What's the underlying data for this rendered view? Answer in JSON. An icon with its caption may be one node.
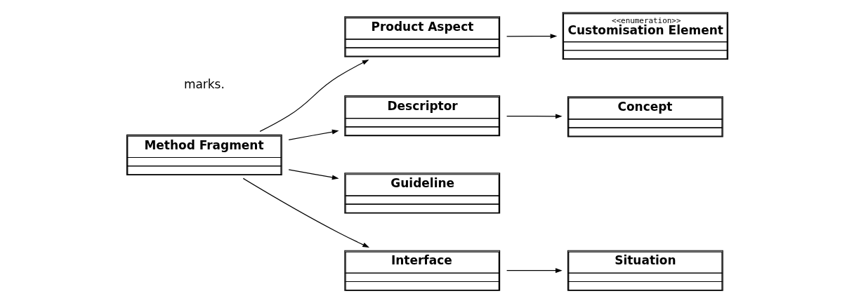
{
  "diagram": {
    "nodes": [
      {
        "text": [
          "Product Aspect"
        ]
      },
      {
        "text": [
          "<<enumeration>>",
          "Customisation Element"
        ]
      },
      {
        "text": [
          "Method Fragment"
        ]
      },
      {
        "text": [
          "Descriptor"
        ]
      },
      {
        "text": [
          "Concept"
        ]
      },
      {
        "text": [
          "Guideline"
        ]
      },
      {
        "text": [
          "Interface"
        ]
      },
      {
        "text": [
          "Situation"
        ]
      }
    ],
    "edges": [
      {
        "from": 2,
        "to": 0,
        "arrow": "to"
      },
      {
        "from": 0,
        "to": 1,
        "arrow": "to"
      },
      {
        "from": 2,
        "to": 3,
        "arrow": "to"
      },
      {
        "from": 3,
        "to": 4,
        "arrow": "to"
      },
      {
        "from": 2,
        "to": 6,
        "arrow": "to"
      },
      {
        "from": 2,
        "to": 5,
        "arrow": "to"
      },
      {
        "from": 6,
        "to": 7,
        "arrow": "to"
      }
    ],
    "labels": [
      "marks."
    ]
  }
}
